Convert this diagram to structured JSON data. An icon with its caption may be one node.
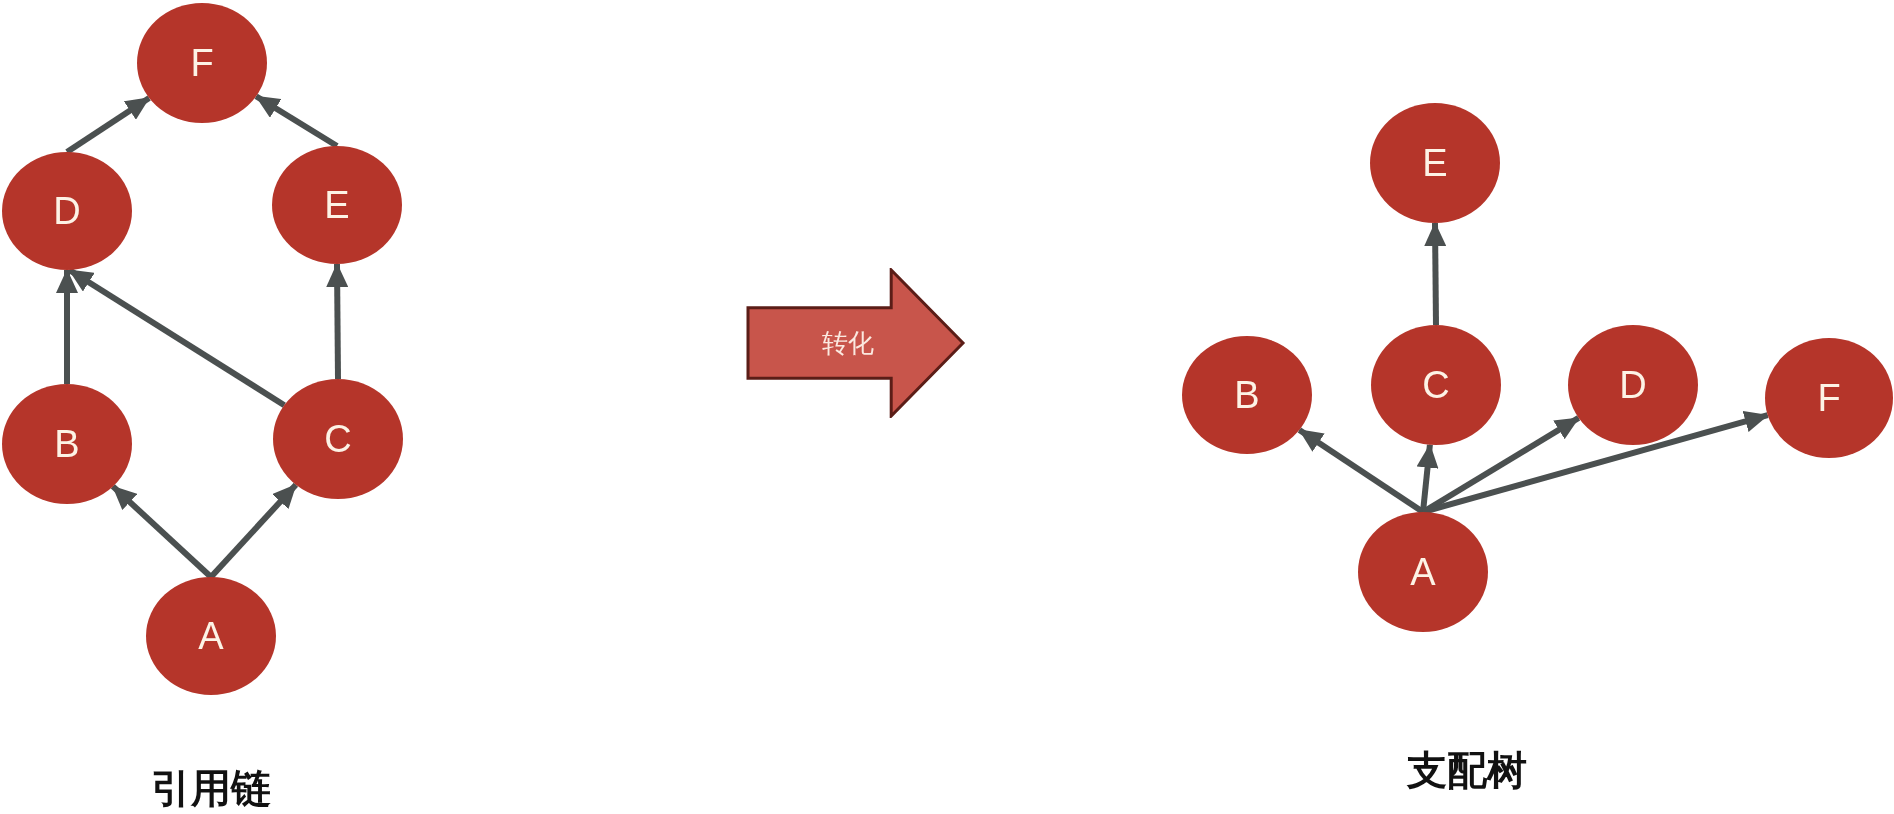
{
  "diagram": {
    "nodes": [
      {
        "text": [
          "F"
        ]
      },
      {
        "text": [
          "D"
        ]
      },
      {
        "text": [
          "E"
        ]
      },
      {
        "text": [
          "B"
        ]
      },
      {
        "text": [
          "C"
        ]
      },
      {
        "text": [
          "A"
        ]
      },
      {
        "text": [
          "转化"
        ]
      },
      {
        "text": [
          "E"
        ]
      },
      {
        "text": [
          "B"
        ]
      },
      {
        "text": [
          "C"
        ]
      },
      {
        "text": [
          "D"
        ]
      },
      {
        "text": [
          "F"
        ]
      },
      {
        "text": [
          "A"
        ]
      }
    ],
    "edges": [
      {
        "from": 5,
        "to": 3,
        "arrow": "to"
      },
      {
        "from": 5,
        "to": 4,
        "arrow": "to"
      },
      {
        "from": 3,
        "to": 1,
        "arrow": "to"
      },
      {
        "from": 4,
        "to": 1,
        "arrow": "to"
      },
      {
        "from": 4,
        "to": 2,
        "arrow": "to"
      },
      {
        "from": 1,
        "to": 0,
        "arrow": "to"
      },
      {
        "from": 2,
        "to": 0,
        "arrow": "to"
      },
      {
        "from": 12,
        "to": 8,
        "arrow": "to"
      },
      {
        "from": 12,
        "to": 9,
        "arrow": "to"
      },
      {
        "from": 12,
        "to": 10,
        "arrow": "to"
      },
      {
        "from": 12,
        "to": 11,
        "arrow": "to"
      },
      {
        "from": 9,
        "to": 7,
        "arrow": "to"
      }
    ],
    "labels": [
      "引用链",
      "支配树"
    ]
  }
}
